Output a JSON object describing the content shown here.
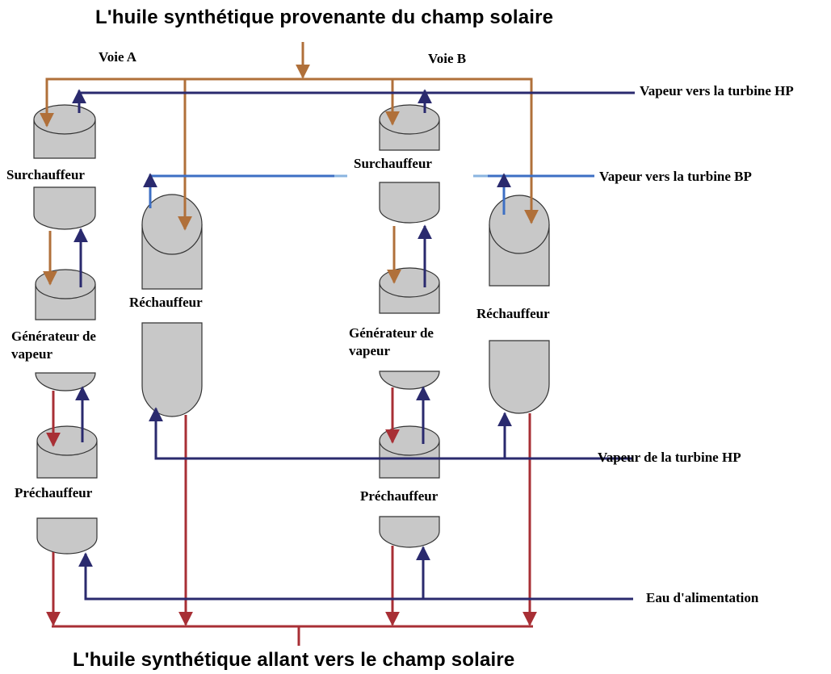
{
  "titles": {
    "top": "L'huile synthétique provenante du champ solaire",
    "bottom": "L'huile synthétique allant vers le champ solaire"
  },
  "lanes": {
    "a": "Voie A",
    "b": "Voie B"
  },
  "outputs": {
    "steam_hp": "Vapeur vers la turbine HP",
    "steam_bp": "Vapeur vers la turbine BP",
    "from_hp": "Vapeur de la turbine HP",
    "feedwater": "Eau d'alimentation"
  },
  "components": {
    "superheater": "Surchauffeur",
    "reheater": "Réchauffeur",
    "generator_line1": "Générateur de",
    "generator_line2": "vapeur",
    "preheater": "Préchauffeur"
  },
  "colors": {
    "hot_oil": "#b0703a",
    "cold_oil": "#a82f35",
    "steam_dark": "#2a2a6e",
    "steam_light": "#3d6fc4",
    "vessel_fill": "#c8c8c8"
  }
}
